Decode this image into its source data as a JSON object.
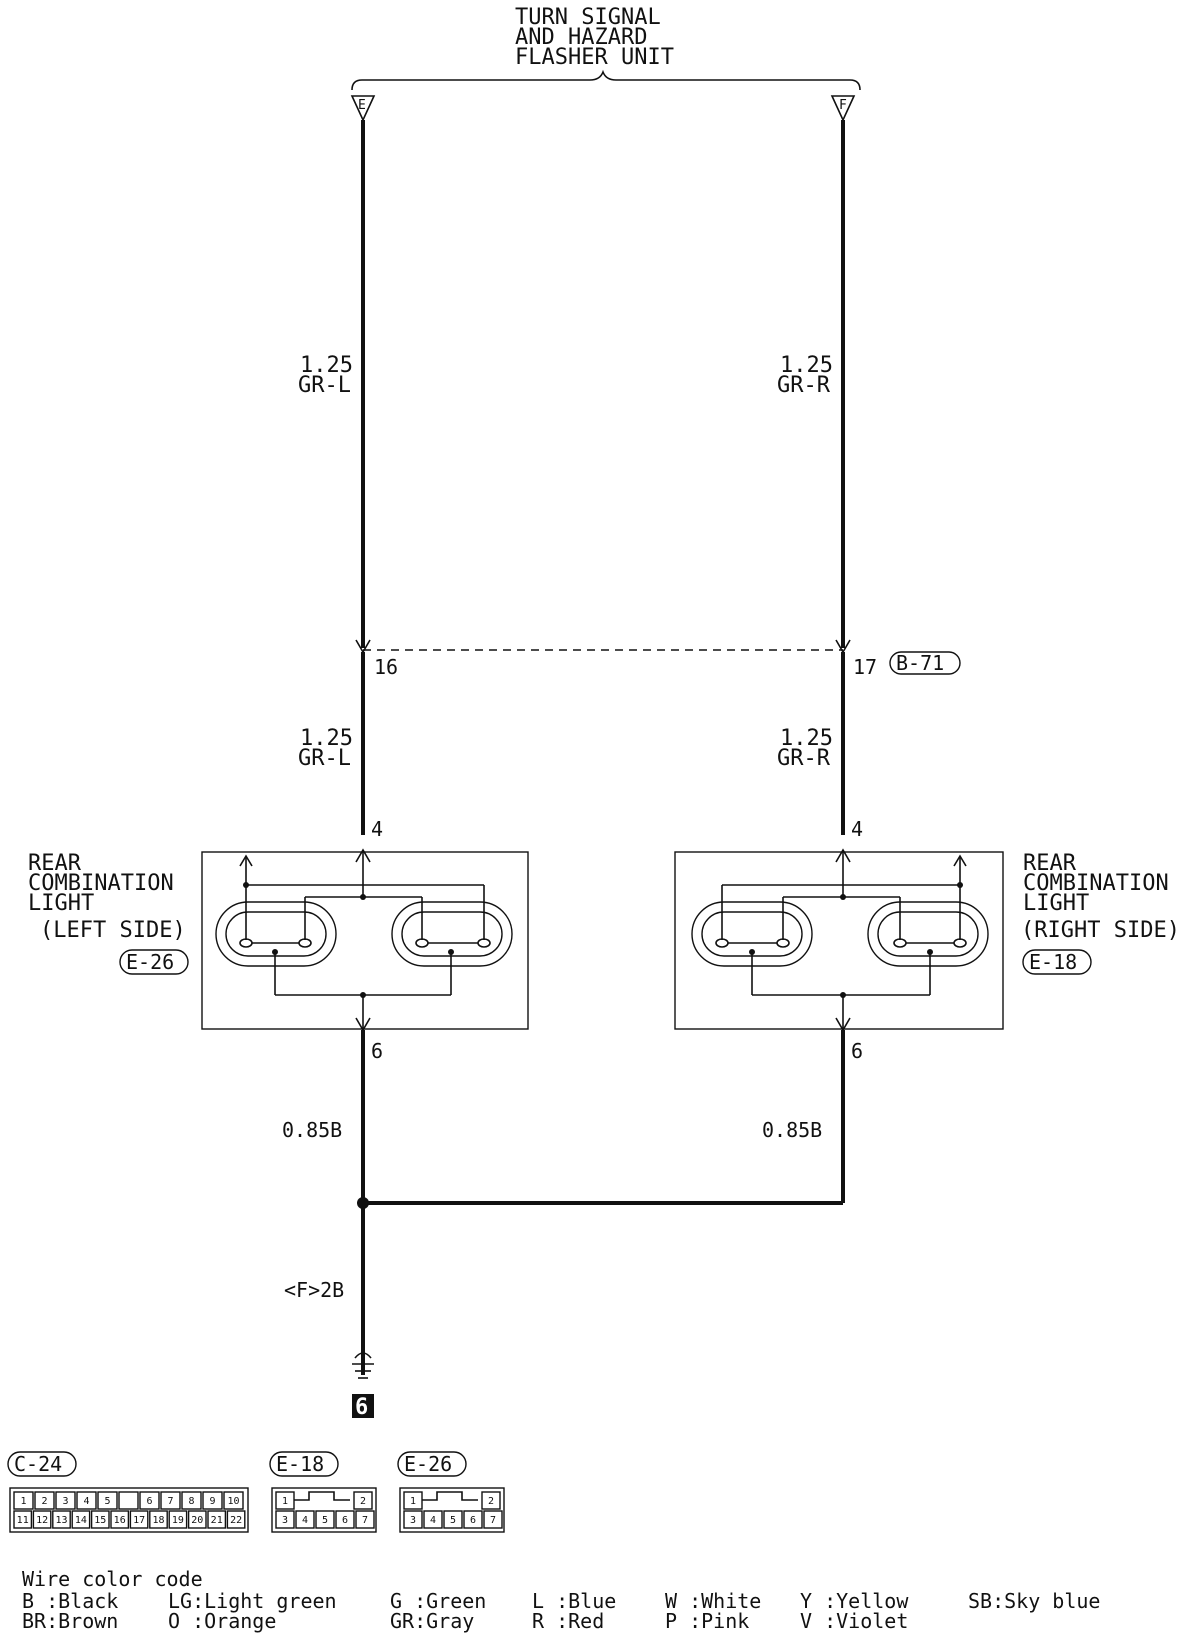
{
  "flasher": {
    "title_line1": "TURN SIGNAL",
    "title_line2": "AND HAZARD",
    "title_line3": "FLASHER UNIT",
    "term_left": "E",
    "term_right": "F"
  },
  "wires": {
    "left_upper_gauge": "1.25",
    "left_upper_color": "GR-L",
    "right_upper_gauge": "1.25",
    "right_upper_color": "GR-R",
    "left_mid_gauge": "1.25",
    "left_mid_color": "GR-L",
    "right_mid_gauge": "1.25",
    "right_mid_color": "GR-R",
    "left_lower": "0.85B",
    "right_lower": "0.85B",
    "ground_wire": "<F>2B"
  },
  "junction": {
    "pin_left": "16",
    "pin_right": "17",
    "connector": "B-71"
  },
  "lights": {
    "left": {
      "line1": "REAR",
      "line2": "COMBINATION",
      "line3": "LIGHT",
      "line4": "(LEFT SIDE)",
      "connector": "E-26",
      "pin_in": "4",
      "pin_out": "6"
    },
    "right": {
      "line1": "REAR",
      "line2": "COMBINATION",
      "line3": "LIGHT",
      "line4": "(RIGHT SIDE)",
      "connector": "E-18",
      "pin_in": "4",
      "pin_out": "6"
    }
  },
  "ground": {
    "number": "6"
  },
  "connectors": {
    "c24": {
      "label": "C-24",
      "top": [
        "1",
        "2",
        "3",
        "4",
        "5",
        "",
        "6",
        "7",
        "8",
        "9",
        "10"
      ],
      "bottom": [
        "11",
        "12",
        "13",
        "14",
        "15",
        "16",
        "17",
        "18",
        "19",
        "20",
        "21",
        "22"
      ]
    },
    "e18": {
      "label": "E-18",
      "top": [
        "1",
        "2"
      ],
      "bottom": [
        "3",
        "4",
        "5",
        "6",
        "7"
      ]
    },
    "e26": {
      "label": "E-26",
      "top": [
        "1",
        "2"
      ],
      "bottom": [
        "3",
        "4",
        "5",
        "6",
        "7"
      ]
    }
  },
  "legend": {
    "title": "Wire color code",
    "items": [
      [
        "B :Black",
        "BR:Brown"
      ],
      [
        "LG:Light green",
        "O :Orange"
      ],
      [
        "G :Green",
        "GR:Gray"
      ],
      [
        "L :Blue",
        "R :Red"
      ],
      [
        "W :White",
        "P :Pink"
      ],
      [
        "Y :Yellow",
        "V :Violet"
      ],
      [
        "SB:Sky blue",
        ""
      ]
    ]
  }
}
